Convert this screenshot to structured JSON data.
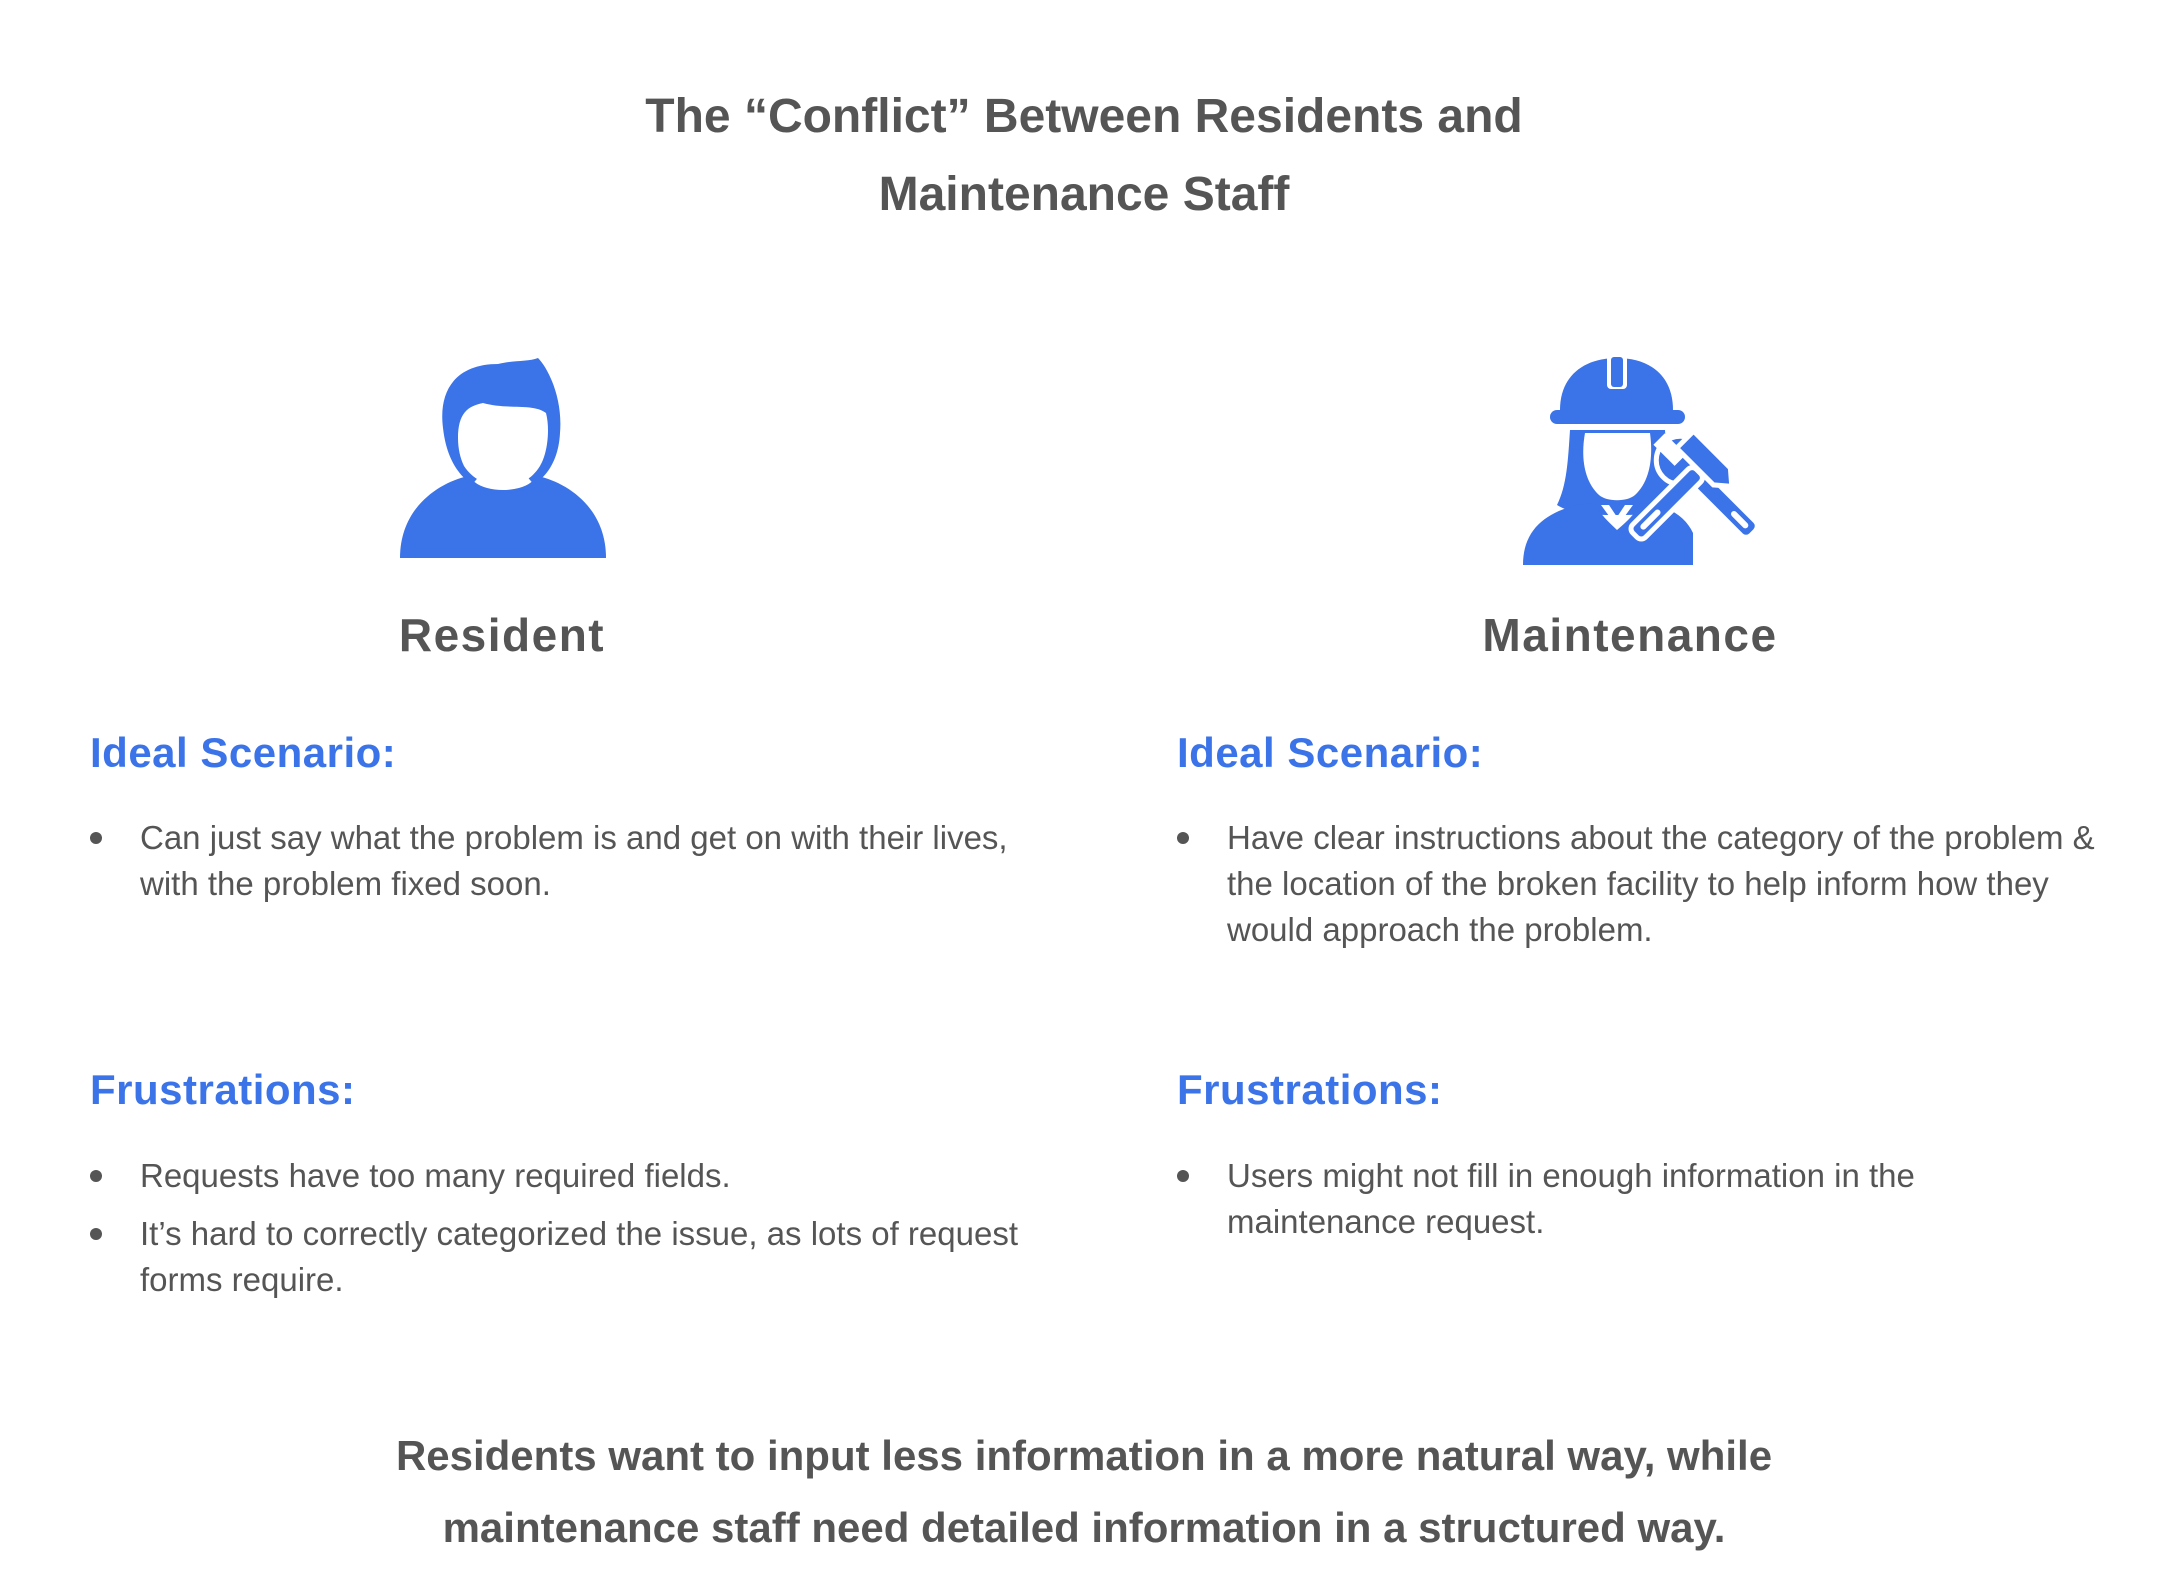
{
  "title": {
    "line1": "The “Conflict” Between Residents and",
    "line2": "Maintenance Staff"
  },
  "colors": {
    "accent": "#3b73e8",
    "text": "#555555",
    "icon": "#3b73e8"
  },
  "resident": {
    "icon": "person-icon",
    "name": "Resident",
    "ideal_heading": "Ideal Scenario:",
    "ideal_items": [
      "Can just say what the problem is and get on with their lives, with the problem fixed soon."
    ],
    "frustrations_heading": "Frustrations:",
    "frustration_items": [
      "Requests have too many required fields.",
      "It’s hard to correctly categorized the issue, as lots of request forms require."
    ]
  },
  "maintenance": {
    "icon": "maintenance-worker-icon",
    "name": "Maintenance",
    "ideal_heading": "Ideal Scenario:",
    "ideal_items": [
      "Have clear instructions about the category of the problem & the location of the broken facility to help inform how they would approach the problem."
    ],
    "frustrations_heading": "Frustrations:",
    "frustration_items": [
      "Users might not fill in enough information in the maintenance request."
    ]
  },
  "conclusion": {
    "line1": "Residents want to input less information in a more natural way, while",
    "line2": "maintenance staff need detailed information in a structured way."
  }
}
